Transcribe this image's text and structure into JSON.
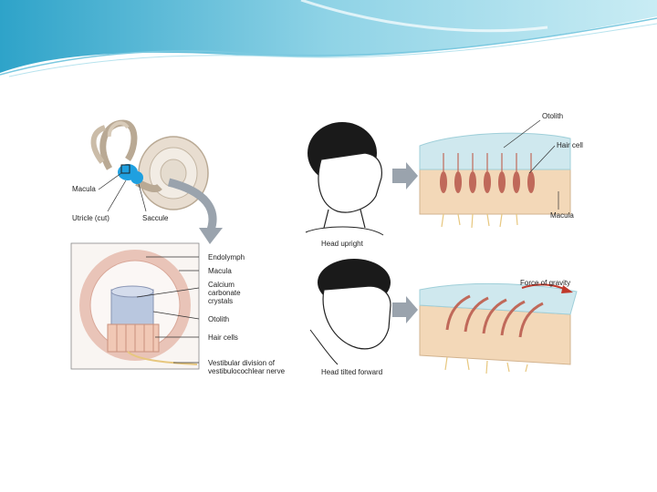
{
  "labels": {
    "macula_ear": "Macula",
    "utricle": "Utricle (cut)",
    "saccule": "Saccule",
    "endolymph": "Endolymph",
    "macula_detail": "Macula",
    "calcium": "Calcium carbonate crystals",
    "otolith_detail": "Otolith",
    "hair_cells_detail": "Hair cells",
    "vestibular": "Vestibular division of vestibulocochlear nerve",
    "otolith_top": "Otolith",
    "hair_cell_top": "Hair cell",
    "macula_top": "Macula",
    "head_upright": "Head upright",
    "force_gravity": "Force of gravity",
    "head_tilted": "Head tilted forward"
  },
  "colors": {
    "header_teal": "#4fb7d6",
    "macula_blue": "#1fa0e0",
    "hair_cell": "#c0695a",
    "epithelium": "#f3d8b8",
    "otolith": "#bfe3ea"
  }
}
